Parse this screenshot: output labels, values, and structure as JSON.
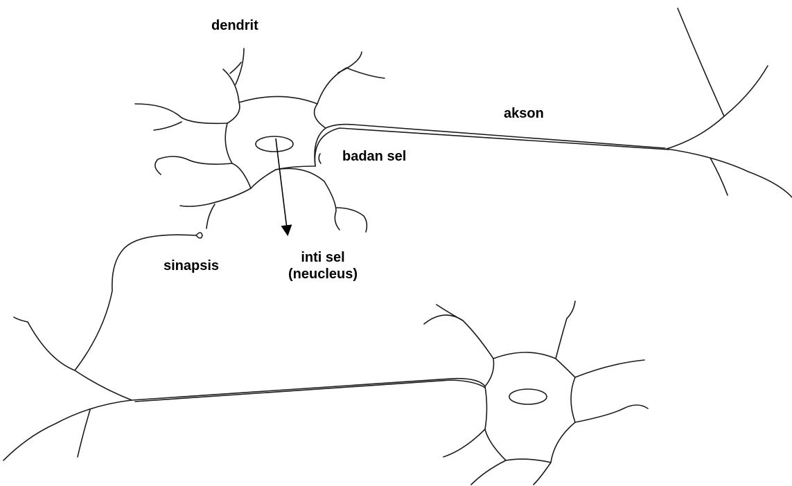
{
  "labels": {
    "dendrit": "dendrit",
    "akson": "akson",
    "badan_sel": "badan sel",
    "sinapsis": "sinapsis",
    "inti_sel": "inti sel",
    "neucleus": "(neucleus)"
  },
  "colors": {
    "line": "#1a1a1a",
    "background": "#ffffff"
  }
}
